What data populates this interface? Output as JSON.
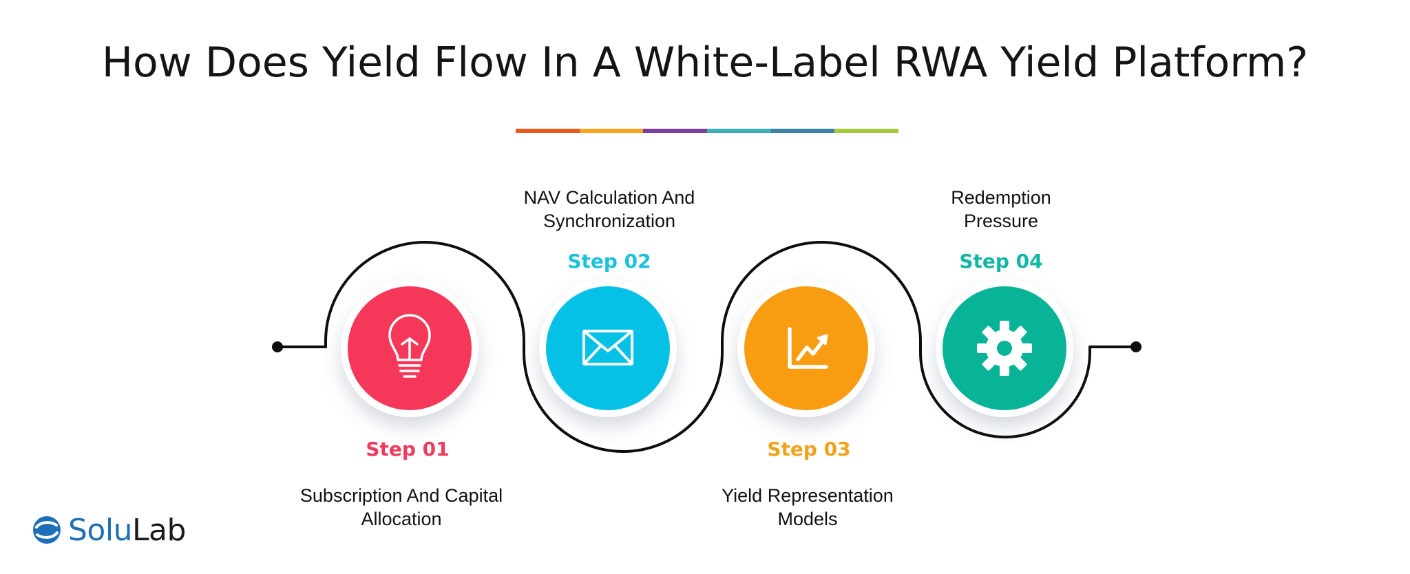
{
  "title": "How Does Yield Flow In A White-Label RWA Yield Platform?",
  "accent_bar_colors": [
    "#e8571c",
    "#f3a51b",
    "#7b3f99",
    "#3bb0b8",
    "#3d82a8",
    "#a4c93a"
  ],
  "steps": [
    {
      "step": "Step 01",
      "label": "Subscription And Capital Allocation",
      "label_line1": "Subscription And Capital",
      "label_line2": "Allocation",
      "color": "#f5385a",
      "icon": "lightbulb-icon",
      "label_position": "below"
    },
    {
      "step": "Step 02",
      "label": "NAV Calculation And Synchronization",
      "label_line1": "NAV Calculation And",
      "label_line2": "Synchronization",
      "color": "#06c1e6",
      "icon": "envelope-icon",
      "label_position": "above"
    },
    {
      "step": "Step 03",
      "label": "Yield Representation Models",
      "label_line1": "Yield Representation",
      "label_line2": "Models",
      "color": "#f89c12",
      "icon": "growth-chart-icon",
      "label_position": "below"
    },
    {
      "step": "Step 04",
      "label": "Redemption Pressure",
      "label_line1": "Redemption",
      "label_line2": "Pressure",
      "color": "#08b397",
      "icon": "gear-icon",
      "label_position": "above"
    }
  ],
  "step_label_colors": [
    "#ef3a5b",
    "#19c1da",
    "#f1a21b",
    "#10b7a2"
  ],
  "logo": {
    "text_part1": "Solu",
    "text_part2": "Lab",
    "color1": "#1d6fb8",
    "color2": "#1b1b1b"
  }
}
